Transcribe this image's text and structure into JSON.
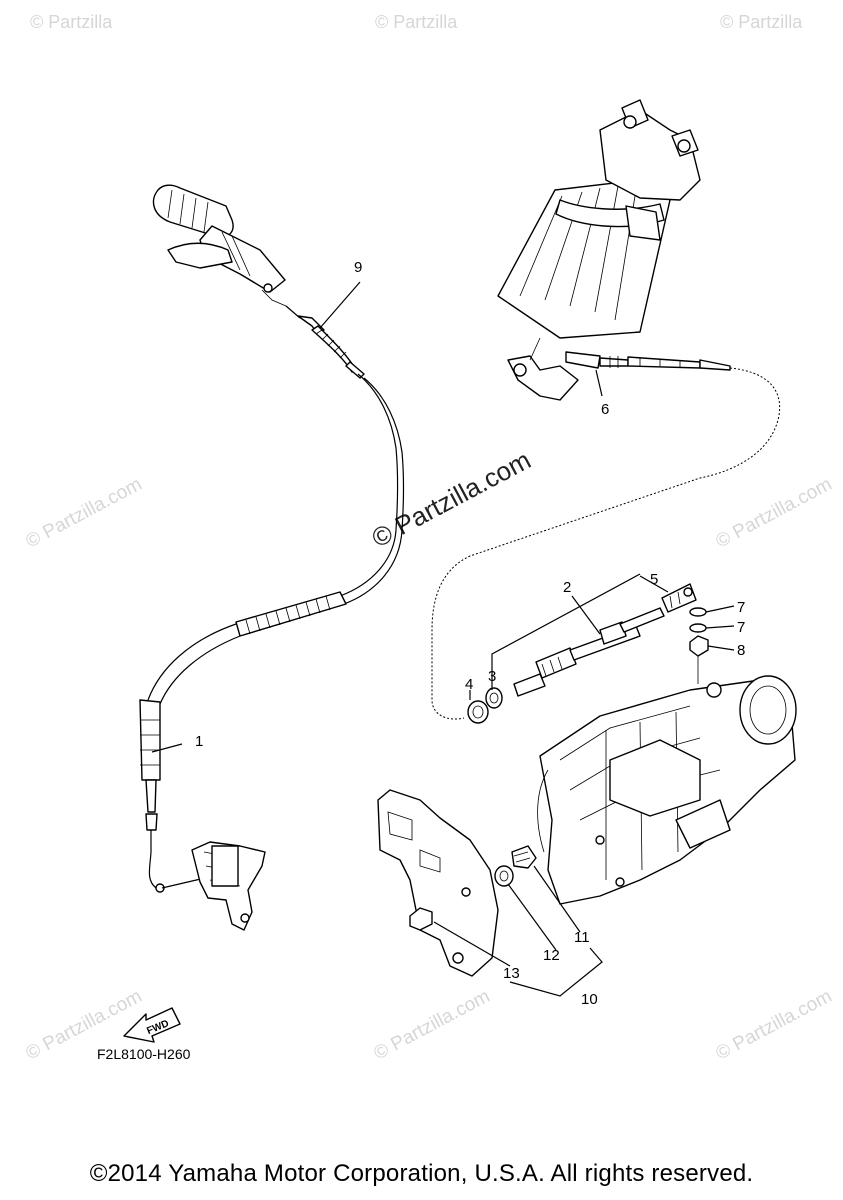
{
  "watermark": {
    "brand": "© Partzilla.com",
    "center": "© Partzilla.com",
    "corner_short": "© Partzilla"
  },
  "callouts": [
    {
      "id": "callout-1",
      "label": "1"
    },
    {
      "id": "callout-2",
      "label": "2"
    },
    {
      "id": "callout-3",
      "label": "3"
    },
    {
      "id": "callout-4",
      "label": "4"
    },
    {
      "id": "callout-5",
      "label": "5"
    },
    {
      "id": "callout-6",
      "label": "6"
    },
    {
      "id": "callout-7a",
      "label": "7"
    },
    {
      "id": "callout-7b",
      "label": "7"
    },
    {
      "id": "callout-8",
      "label": "8"
    },
    {
      "id": "callout-9",
      "label": "9"
    },
    {
      "id": "callout-10",
      "label": "10"
    },
    {
      "id": "callout-11",
      "label": "11"
    },
    {
      "id": "callout-12",
      "label": "12"
    },
    {
      "id": "callout-13",
      "label": "13"
    }
  ],
  "fwd_label": "FWD",
  "diagram_code": "F2L8100-H260",
  "copyright": "©2014 Yamaha Motor Corporation, U.S.A. All rights reserved."
}
